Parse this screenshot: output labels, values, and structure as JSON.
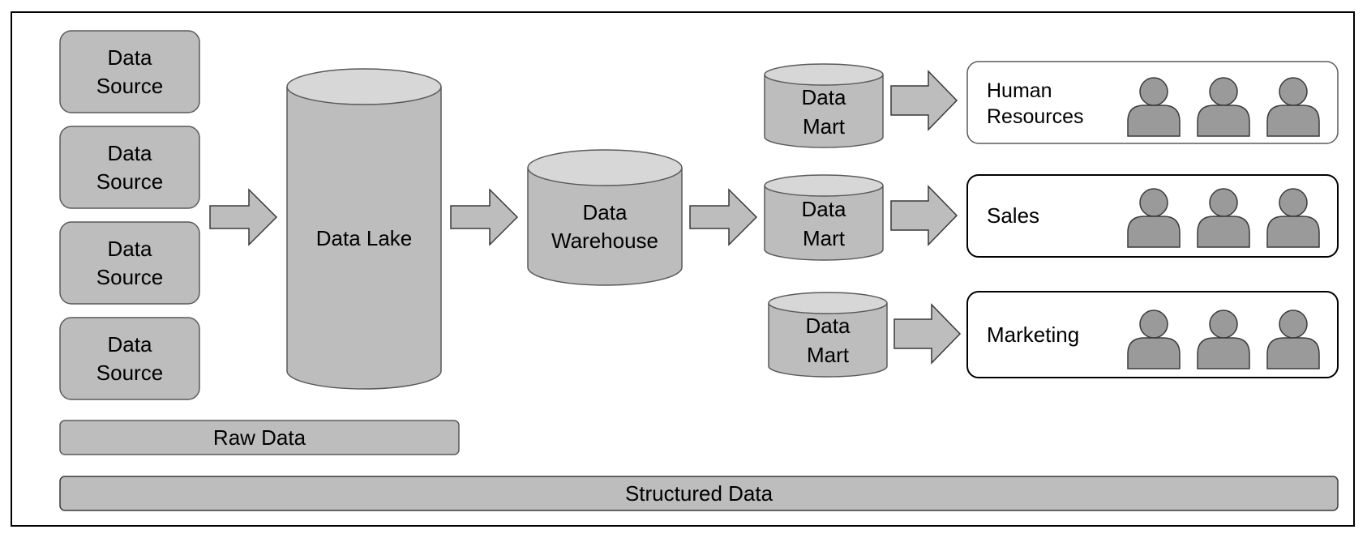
{
  "colors": {
    "fill": "#bdbdbd",
    "fill_light": "#d7d7d7",
    "stroke": "#5a5a5a",
    "frame": "#000000",
    "person_fill": "#9a9a9a"
  },
  "sources": {
    "items": [
      {
        "line1": "Data",
        "line2": "Source"
      },
      {
        "line1": "Data",
        "line2": "Source"
      },
      {
        "line1": "Data",
        "line2": "Source"
      },
      {
        "line1": "Data",
        "line2": "Source"
      }
    ]
  },
  "lake": {
    "label": "Data Lake"
  },
  "warehouse": {
    "line1": "Data",
    "line2": "Warehouse"
  },
  "marts": {
    "items": [
      {
        "line1": "Data",
        "line2": "Mart"
      },
      {
        "line1": "Data",
        "line2": "Mart"
      },
      {
        "line1": "Data",
        "line2": "Mart"
      }
    ]
  },
  "departments": {
    "items": [
      {
        "line1": "Human",
        "line2": "Resources",
        "users": 3
      },
      {
        "label": "Sales",
        "users": 3
      },
      {
        "label": "Marketing",
        "users": 3
      }
    ]
  },
  "bars": {
    "raw": "Raw Data",
    "structured": "Structured Data"
  }
}
